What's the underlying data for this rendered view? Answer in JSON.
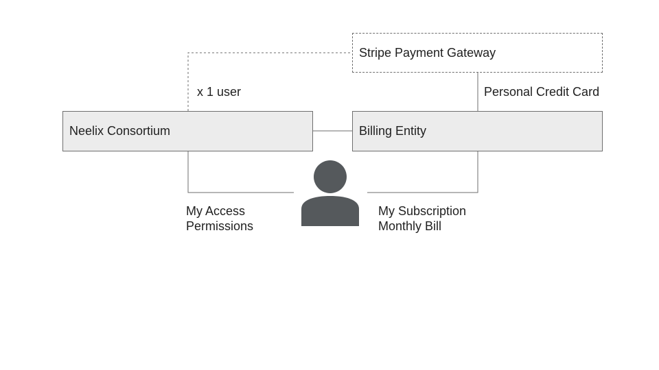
{
  "diagram": {
    "nodes": {
      "neelix": {
        "label": "Neelix Consortium"
      },
      "billing": {
        "label": "Billing Entity"
      },
      "stripe": {
        "label": "Stripe Payment Gateway"
      }
    },
    "edge_labels": {
      "users": "x 1 user",
      "card": "Personal Credit Card",
      "access": [
        "My Access",
        "Permissions"
      ],
      "subscription": [
        "My Subscription",
        "Monthly Bill"
      ]
    },
    "icons": {
      "person": "person-icon"
    },
    "colors": {
      "box_fill": "#ececec",
      "line": "#6e6e6e",
      "person": "#55595c"
    }
  }
}
